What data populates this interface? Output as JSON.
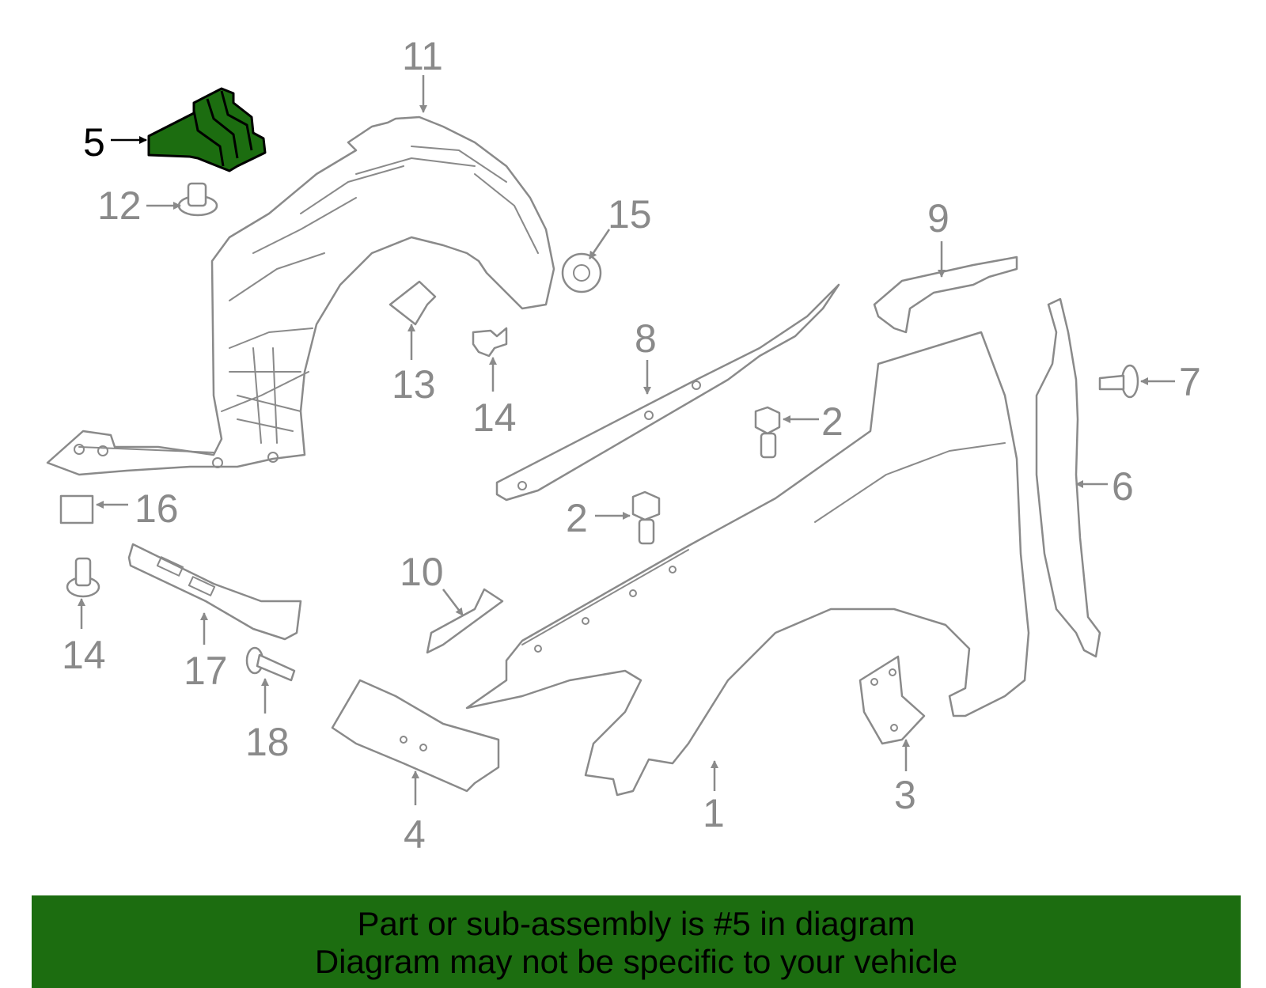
{
  "highlight_color": "#1c6d10",
  "callouts": {
    "c1": "1",
    "c2a": "2",
    "c2b": "2",
    "c3": "3",
    "c4": "4",
    "c5": "5",
    "c6": "6",
    "c7": "7",
    "c8": "8",
    "c9": "9",
    "c10": "10",
    "c11": "11",
    "c12": "12",
    "c13": "13",
    "c14a": "14",
    "c14b": "14",
    "c15": "15",
    "c16": "16",
    "c17": "17",
    "c18": "18"
  },
  "banner": {
    "line1": "Part or sub-assembly is #5 in diagram",
    "line2": "Diagram may not be specific to your vehicle"
  }
}
